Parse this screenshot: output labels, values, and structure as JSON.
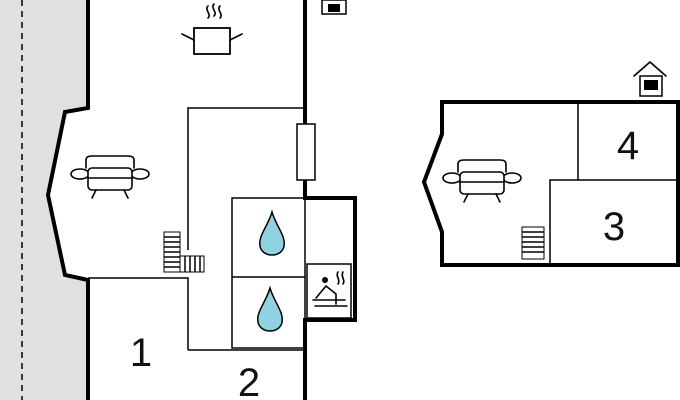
{
  "plan": {
    "rooms": [
      {
        "id": "room-1",
        "label": "1"
      },
      {
        "id": "room-2",
        "label": "2"
      },
      {
        "id": "room-3",
        "label": "3"
      },
      {
        "id": "room-4",
        "label": "4"
      }
    ],
    "icons": [
      "sofa-icon",
      "kitchen-pot-icon",
      "bathroom-drop-icon",
      "sauna-icon",
      "stairs-icon",
      "house-icon",
      "window-icon"
    ],
    "colors": {
      "wall": "#000000",
      "terrace": "#e0e0e0",
      "water_drop": "#8fd3e0"
    }
  }
}
